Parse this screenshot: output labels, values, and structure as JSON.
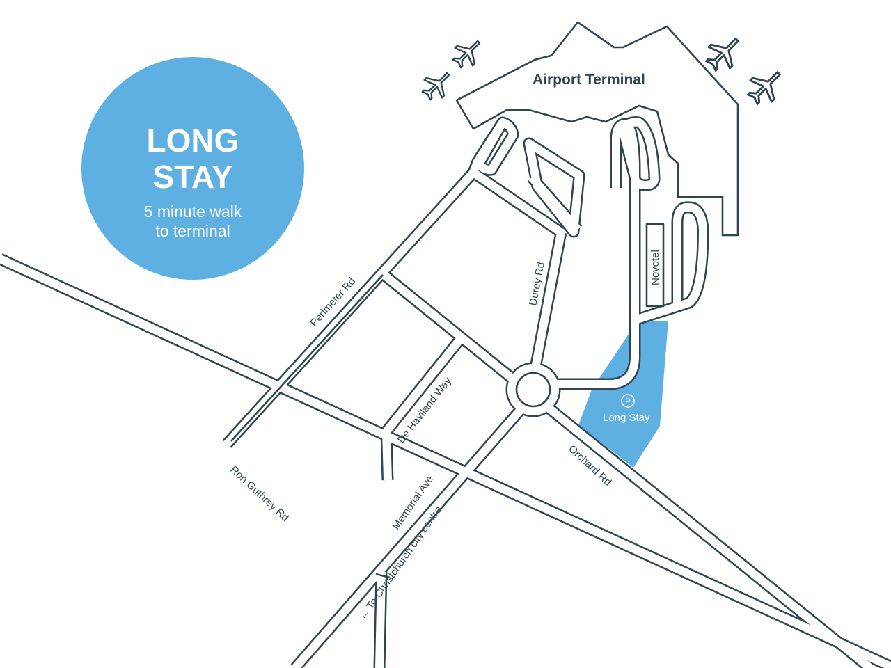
{
  "badge": {
    "title_line1": "LONG",
    "title_line2": "STAY",
    "subtitle_line1": "5 minute walk",
    "subtitle_line2": "to terminal",
    "color": "#5eb0e2"
  },
  "terminal": {
    "label": "Airport Terminal"
  },
  "hotel": {
    "label": "Novotel"
  },
  "parking": {
    "symbol": "P",
    "label": "Long Stay",
    "color": "#5eb0e2"
  },
  "roads": {
    "perimeter": "Perimeter Rd",
    "durey": "Durey Rd",
    "de_havilland": "De Haviland Way",
    "memorial": "Memorial Ave",
    "ron_guthrey": "Ron Guthrey Rd",
    "orchard": "Orchard Rd",
    "to_city": "← To Christchurch city centre"
  },
  "colors": {
    "line": "#2f4650",
    "accent": "#5eb0e2",
    "background": "#ffffff"
  },
  "icons": [
    "airplane-icon",
    "parking-icon"
  ]
}
